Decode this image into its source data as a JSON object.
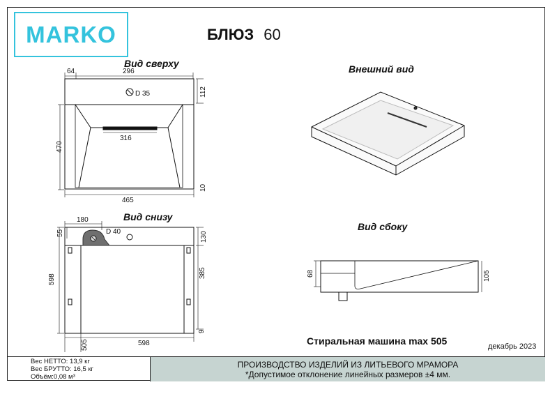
{
  "brand": {
    "logo": "MARKO",
    "logo_color": "#34c3dd"
  },
  "title": {
    "name": "БЛЮЗ",
    "size": "60"
  },
  "views": {
    "top": "Вид сверху",
    "bottom": "Вид снизу",
    "external": "Внешний вид",
    "side": "Вид сбоку"
  },
  "dims_top": {
    "d64": "64",
    "d296": "296",
    "d35": "D 35",
    "d112": "112",
    "d470": "470",
    "d316": "316",
    "d10": "10",
    "d465": "465"
  },
  "dims_bottom": {
    "d180": "180",
    "d40": "D 40",
    "d55": "55",
    "d130": "130",
    "d598v": "598",
    "d385": "385",
    "d9": "9",
    "d505": "505",
    "d598h": "598"
  },
  "dims_side": {
    "d68": "68",
    "d105": "105"
  },
  "notes": {
    "washer": "Стиральная машина max 505",
    "date": "декабрь 2023"
  },
  "specs": {
    "net": "Вес НЕТТО: 13,9 кг",
    "gross": "Вес БРУТТО: 16,5 кг",
    "volume": "Объём:0,08 м³"
  },
  "footer": {
    "line1": "ПРОИЗВОДСТВО ИЗДЕЛИЙ ИЗ ЛИТЬЕВОГО МРАМОРА",
    "line2": "*Допустимое отклонение линейных размеров ±4 мм.",
    "band_color": "#c6d4d1"
  }
}
